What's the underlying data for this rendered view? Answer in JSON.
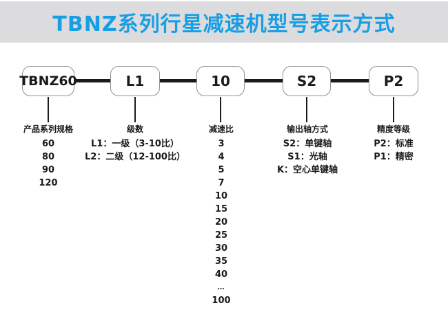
{
  "header": {
    "title": "TBNZ系列行星减速机型号表示方式",
    "title_color": "#189ee4",
    "band_color": "#dcdcde"
  },
  "boxes": [
    {
      "label": "TBNZ60"
    },
    {
      "label": "L1"
    },
    {
      "label": "10"
    },
    {
      "label": "S2"
    },
    {
      "label": "P2"
    }
  ],
  "columns": [
    {
      "header": "产品系列规格",
      "items": [
        "60",
        "80",
        "90",
        "120"
      ]
    },
    {
      "header": "级数",
      "items": [
        "L1：一级（3-10比）",
        "L2：二级（12-100比）"
      ]
    },
    {
      "header": "减速比",
      "items": [
        "3",
        "4",
        "5",
        "7",
        "10",
        "15",
        "20",
        "25",
        "30",
        "35",
        "40",
        "…",
        "100"
      ]
    },
    {
      "header": "输出轴方式",
      "items": [
        "S2：单键轴",
        "S1：光轴",
        "K：空心单键轴"
      ]
    },
    {
      "header": "精度等级",
      "items": [
        "P2：标准",
        "P1：精密"
      ]
    }
  ],
  "colors": {
    "line": "#1a1a1a",
    "box_border": "#8f8f8f",
    "text": "#1a1a1a"
  }
}
